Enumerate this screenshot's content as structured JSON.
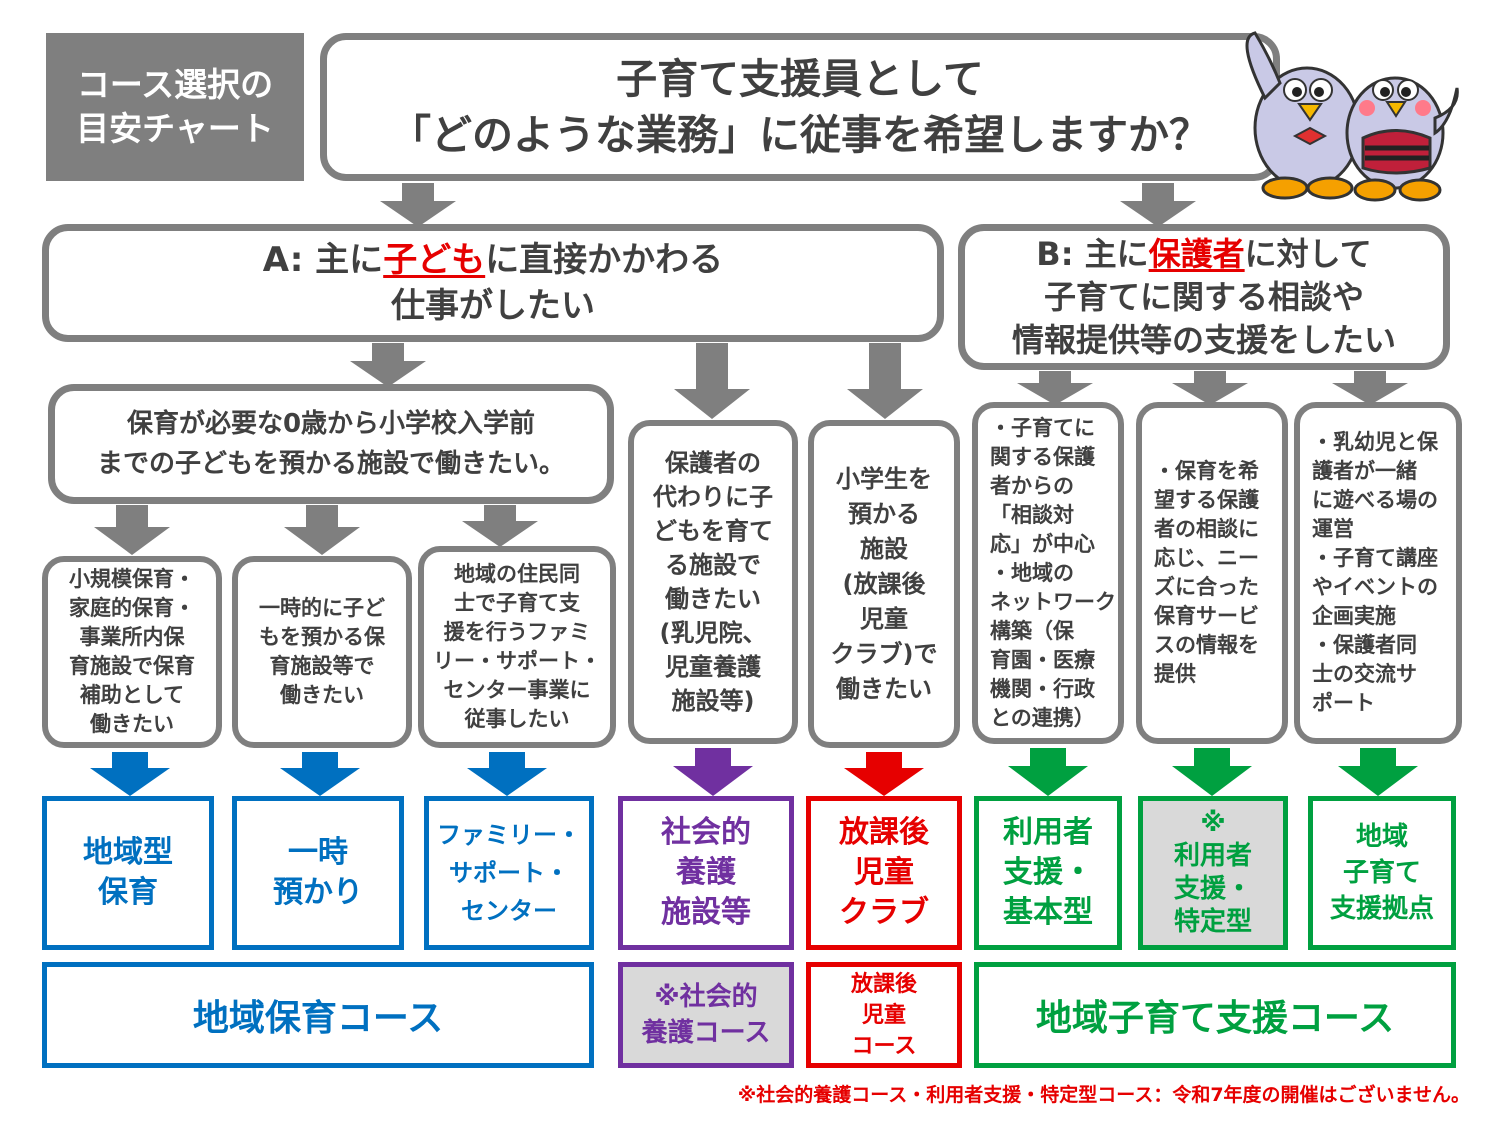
{
  "label_box": "コース選択の\n目安チャート",
  "question": {
    "line1": "子育て支援員として",
    "line2": "「どのような業務」に従事を希望しますか？"
  },
  "branch_a": {
    "prefix": "A:  主に",
    "highlight": "子ども",
    "suffix": "に直接かかわる",
    "line2": "仕事がしたい"
  },
  "branch_b": {
    "prefix": "B:  主に",
    "highlight": "保護者",
    "suffix": "に対して",
    "line2": "子育てに関する相談や",
    "line3": "情報提供等の支援をしたい"
  },
  "a_sub": "保育が必要な0歳から小学校入学前\nまでの子どもを預かる施設で働きたい。",
  "boxes": {
    "small_nursery": "小規模保育・\n家庭的保育・\n事業所内保\n育施設で保育\n補助として\n働きたい",
    "temporary": "一時的に子ど\nもを預かる保\n育施設等で\n働きたい",
    "family_support": "地域の住民同\n士で子育て支\n援を行うファミ\nリー・サポート・\nセンター事業に\n従事したい",
    "social_care": "保護者の\n代わりに子\nどもを育て\nる施設で\n働きたい\n(乳児院、\n児童養護\n施設等)",
    "afterschool": "小学生を\n預かる\n施設\n(放課後\n児童\nクラブ)で\n働きたい",
    "user_basic": "・子育てに\n関する保護\n者からの\n「相談対\n応」が中心\n・地域の\nネットワーク\n構築（保\n育園・医療\n機関・行政\nとの連携）",
    "user_specific": "・保育を希\n望する保護\n者の相談に\n応じ、ニー\nズに合った\n保育サービ\nスの情報を\n提供",
    "hub": "・乳幼児と保\n護者が一緒\nに遊べる場の\n運営\n・子育て講座\nやイベントの\n企画実施\n・保護者同\n士の交流サ\nポート"
  },
  "courses": {
    "c1": "地域型\n保育",
    "c2": "一時\n預かり",
    "c3": "ファミリー・\nサポート・\nセンター",
    "c4": "社会的\n養護\n施設等",
    "c5": "放課後\n児童\nクラブ",
    "c6": "利用者\n支援・\n基本型",
    "c7": "※\n利用者\n支援・\n特定型",
    "c8": "地域\n子育て\n支援拠点"
  },
  "course_groups": {
    "g1": "地域保育コース",
    "g2": "※社会的\n養護コース",
    "g3": "放課後\n児童\nコース",
    "g4": "地域子育て支援コース"
  },
  "footnote": "※社会的養護コース・利用者支援・特定型コース：令和7年度の開催はございません。",
  "colors": {
    "gray": "#7f7f7f",
    "blue": "#0070c0",
    "purple": "#7030a0",
    "red": "#e60000",
    "green": "#00a040",
    "disabled_fill": "#d9d9d9"
  }
}
